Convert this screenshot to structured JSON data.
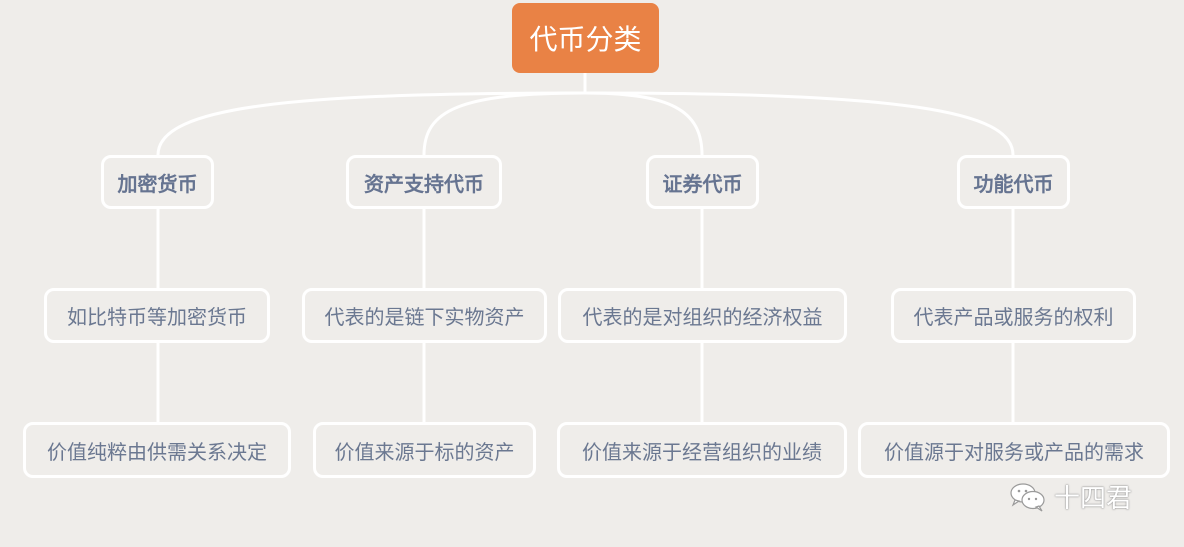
{
  "diagram": {
    "type": "mind-map",
    "root": {
      "label": "代币分类",
      "color": "#e98245"
    },
    "categories": [
      {
        "label": "加密货币",
        "description": "如比特币等加密货币",
        "value_source": "价值纯粹由供需关系决定"
      },
      {
        "label": "资产支持代币",
        "description": "代表的是链下实物资产",
        "value_source": "价值来源于标的资产"
      },
      {
        "label": "证券代币",
        "description": "代表的是对组织的经济权益",
        "value_source": "价值来源于经营组织的业绩"
      },
      {
        "label": "功能代币",
        "description": "代表产品或服务的权利",
        "value_source": "价值源于对服务或产品的需求"
      }
    ],
    "colors": {
      "background": "#efedea",
      "connector": "#ffffff",
      "node_text": "#6b7891"
    }
  },
  "watermark": {
    "icon": "wechat-icon",
    "text": "十四君"
  }
}
